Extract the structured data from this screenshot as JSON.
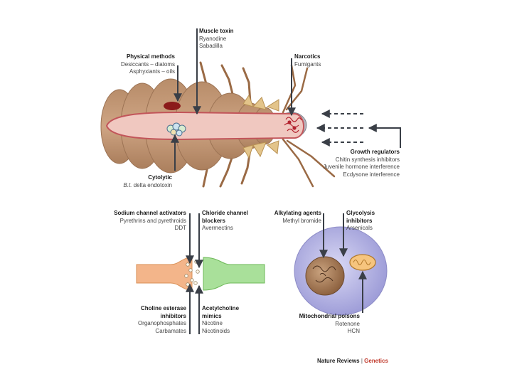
{
  "labels": {
    "muscle_toxin": {
      "title": "Muscle toxin",
      "lines": [
        "Ryanodine",
        "Sabadilla"
      ]
    },
    "physical_methods": {
      "title": "Physical methods",
      "lines": [
        "Desiccants – diatoms",
        "Asphyxiants – oils"
      ]
    },
    "narcotics": {
      "title": "Narcotics",
      "lines": [
        "Fumigants"
      ]
    },
    "growth_regulators": {
      "title": "Growth regulators",
      "lines": [
        "Chitin synthesis inhibitors",
        "Juvenile hormone interference",
        "Ecdysone interference"
      ]
    },
    "cytolytic": {
      "title": "Cytolytic",
      "line_em": "B.t.",
      "line_rest": " delta endotoxin"
    },
    "sodium_channel": {
      "title": "Sodium channel activators",
      "lines": [
        "Pyrethrins and pyrethroids",
        "DDT"
      ]
    },
    "chloride_channel": {
      "title_1": "Chloride channel",
      "title_2": "blockers",
      "lines": [
        "Avermectins"
      ]
    },
    "alkylating": {
      "title": "Alkylating agents",
      "lines": [
        "Methyl bromide"
      ]
    },
    "glycolysis": {
      "title_1": "Glycolysis",
      "title_2": "inhibitors",
      "lines": [
        "Arsenicals"
      ]
    },
    "cholinesterase": {
      "title_1": "Choline esterase",
      "title_2": "inhibitors",
      "lines": [
        "Organophosphates",
        "Carbamates"
      ]
    },
    "acetylcholine": {
      "title_1": "Acetylcholine",
      "title_2": "mimics",
      "lines": [
        "Nicotine",
        "Nicotinoids"
      ]
    },
    "mito_poisons": {
      "title": "Mitochondrial poisons",
      "lines": [
        "Rotenone",
        "HCN"
      ]
    }
  },
  "credit": {
    "journal": "Nature Reviews",
    "sep": " | ",
    "section": "Genetics"
  },
  "colors": {
    "body": "#c49a78",
    "gut": "#f0c8c0",
    "arrow": "#3a3f47",
    "cell": "#b9b8e3",
    "synapse_left": "#f3b58a",
    "synapse_right": "#a9e09a"
  }
}
